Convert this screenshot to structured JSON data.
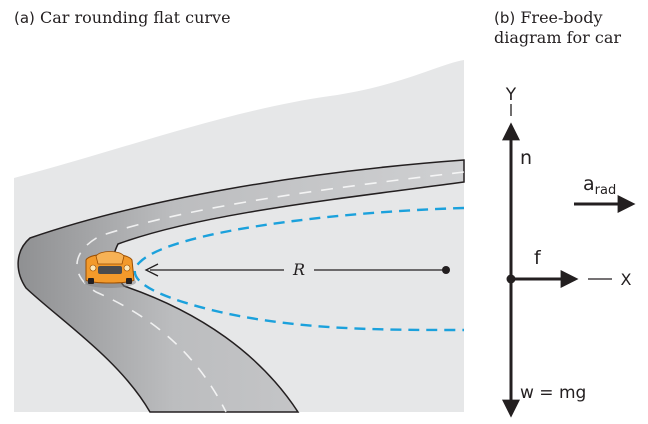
{
  "panel_a": {
    "label": "(a)",
    "title": "Car rounding flat curve",
    "radius_label": "R"
  },
  "panel_b": {
    "label": "(b)",
    "title_line1": "Free-",
    "title_line2": "body",
    "title_line3": "diagram for car",
    "y_axis": "Y",
    "x_axis": "X",
    "normal_force": "n",
    "friction": "f",
    "weight": "w = mg",
    "acceleration": "a",
    "acceleration_sub": "rad"
  },
  "colors": {
    "ground": "#e6e7e8",
    "road": "#b3b4b6",
    "path": "#1ba1dc",
    "car": "#f39a2b",
    "ink": "#231f20"
  }
}
